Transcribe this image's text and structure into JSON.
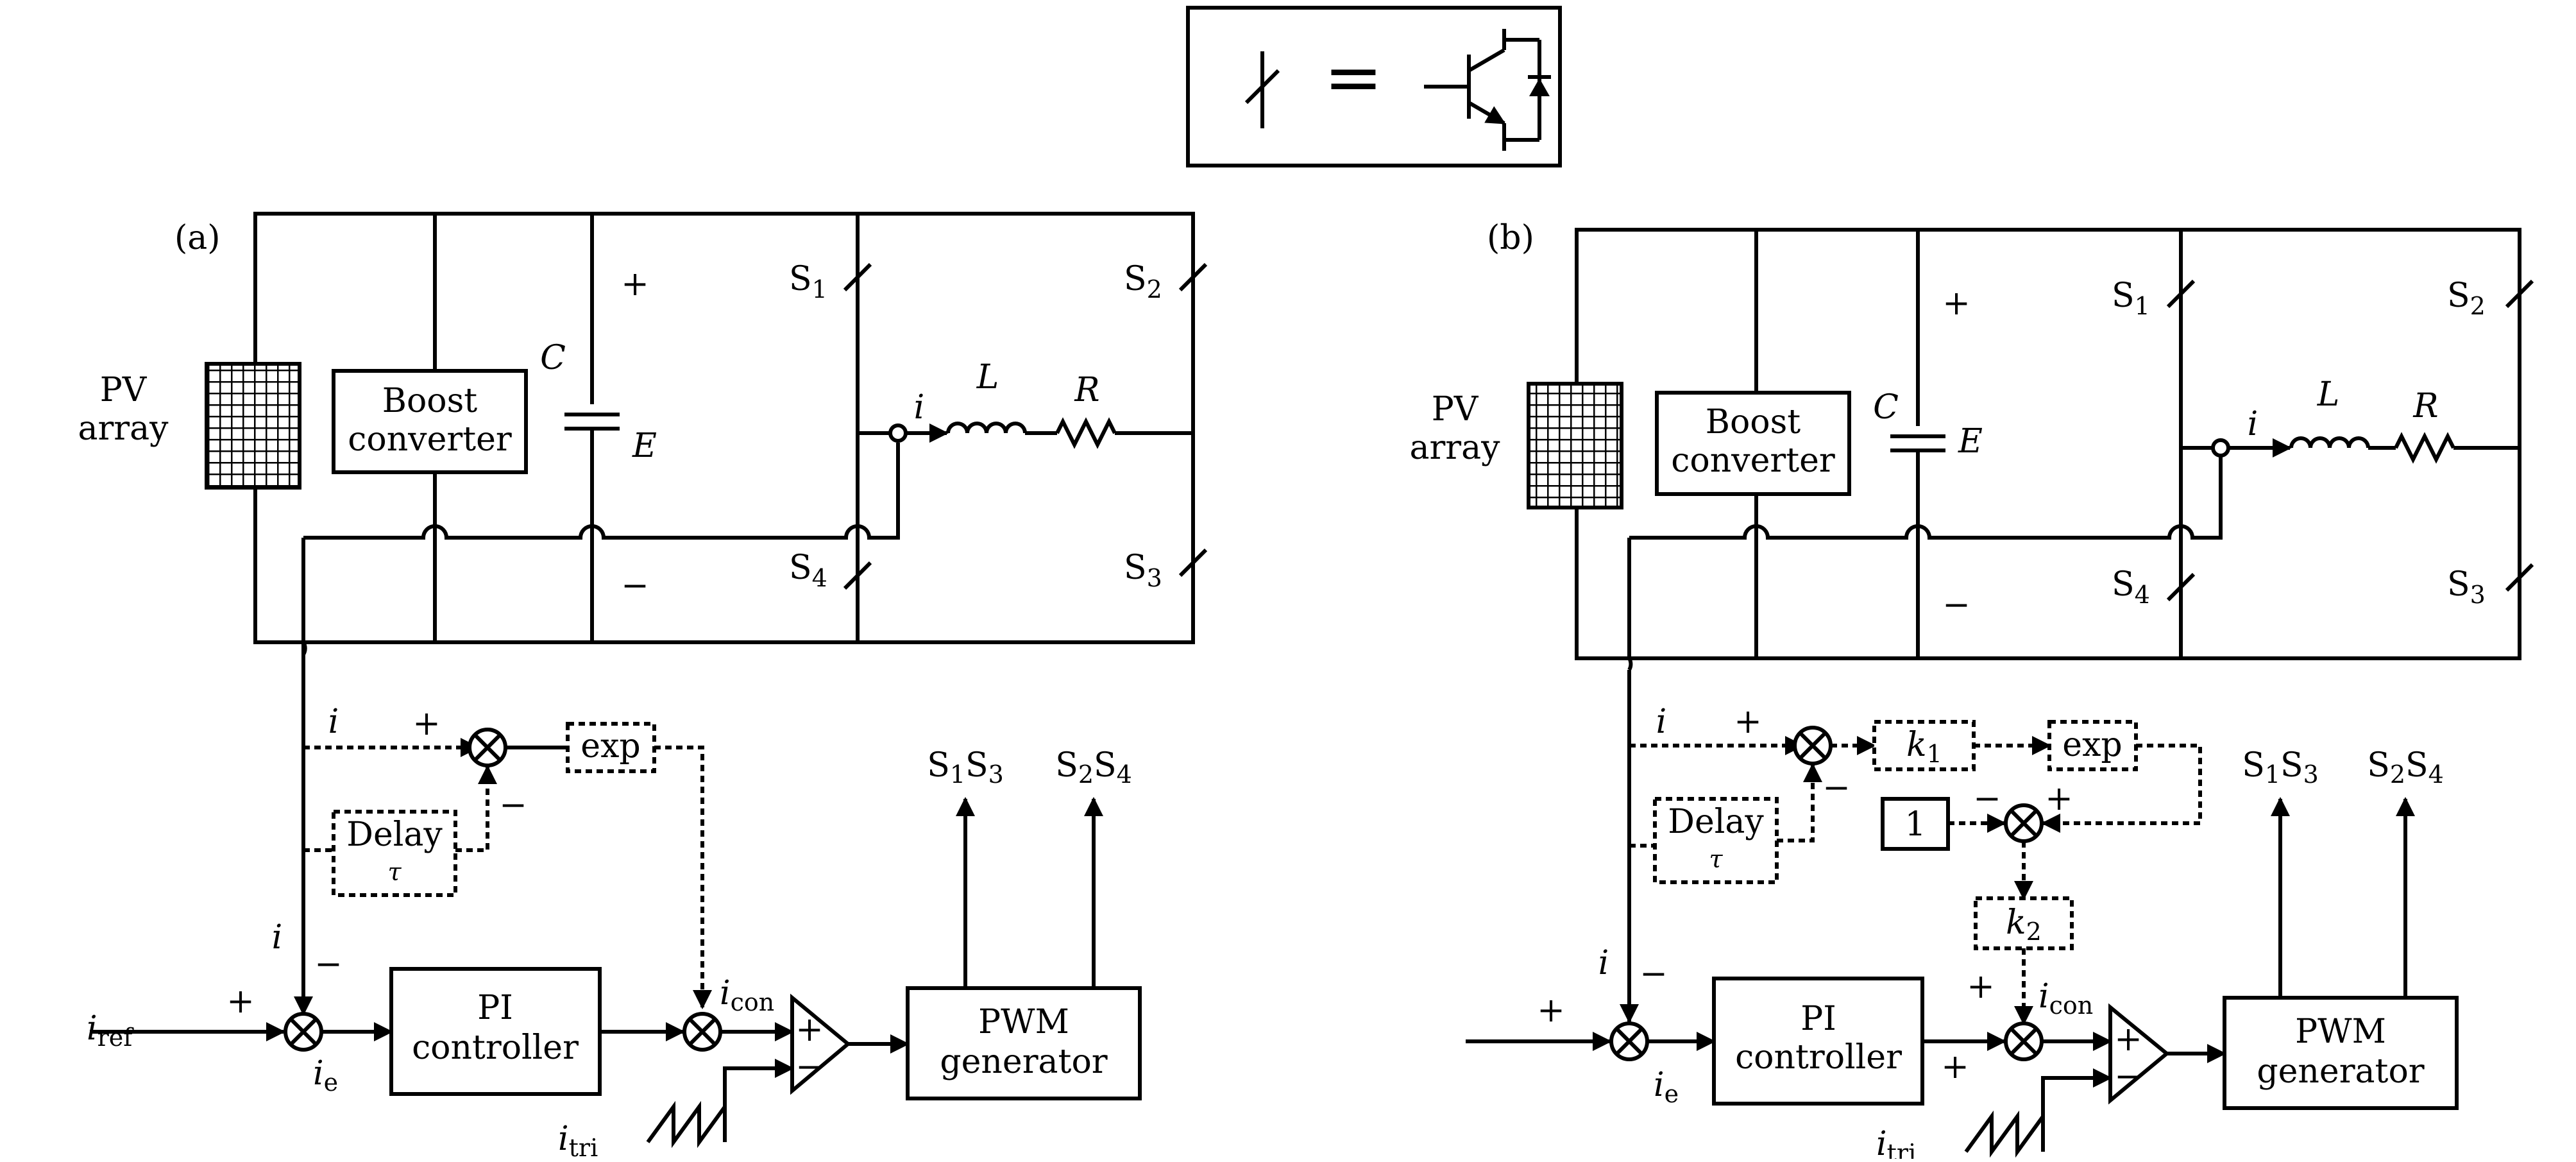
{
  "legend": {
    "equals": "="
  },
  "panels": [
    {
      "id": "a",
      "tag": "(a)",
      "pv_line1": "PV",
      "pv_line2": "array",
      "boost_line1": "Boost",
      "boost_line2": "converter",
      "cap": "C",
      "volt": "E",
      "plus": "+",
      "minus": "−",
      "s": "S",
      "sw1": "1",
      "sw2": "2",
      "sw3": "3",
      "sw4": "4",
      "ind": "L",
      "res": "R",
      "cur": "i",
      "fb_i": "i",
      "fb_plus": "+",
      "fb_minus": "−",
      "delay": "Delay",
      "tau": "τ",
      "exp": "exp",
      "i_down": "i",
      "sum_minus": "−",
      "sum_plus": "+",
      "iref_i": "i",
      "iref_sub": "ref",
      "ie_i": "i",
      "ie_sub": "e",
      "pi_line1": "PI",
      "pi_line2": "controller",
      "icon_i": "i",
      "icon_sub": "con",
      "comp_plus": "+",
      "comp_minus": "−",
      "pwm_line1": "PWM",
      "pwm_line2": "generator",
      "out_a": "1",
      "out_b": "3",
      "out_c": "2",
      "out_d": "4",
      "itri_i": "i",
      "itri_sub": "tri"
    },
    {
      "id": "b",
      "tag": "(b)",
      "pv_line1": "PV",
      "pv_line2": "array",
      "boost_line1": "Boost",
      "boost_line2": "converter",
      "cap": "C",
      "volt": "E",
      "plus": "+",
      "minus": "−",
      "s": "S",
      "sw1": "1",
      "sw2": "2",
      "sw3": "3",
      "sw4": "4",
      "ind": "L",
      "res": "R",
      "cur": "i",
      "fb_i": "i",
      "fb_plus": "+",
      "fb_minus": "−",
      "delay": "Delay",
      "tau": "τ",
      "exp": "exp",
      "k": "k",
      "k1": "1",
      "k2": "2",
      "one": "1",
      "m2_minus": "−",
      "m2_plus": "+",
      "i_down": "i",
      "sum_minus": "−",
      "sum_plus": "+",
      "ie_i": "i",
      "ie_sub": "e",
      "pi_line1": "PI",
      "pi_line2": "controller",
      "icon_i": "i",
      "icon_sub": "con",
      "pi_plus": "+",
      "k2_plus": "+",
      "comp_plus": "+",
      "comp_minus": "−",
      "pwm_line1": "PWM",
      "pwm_line2": "generator",
      "out_a": "1",
      "out_b": "3",
      "out_c": "2",
      "out_d": "4",
      "itri_i": "i",
      "itri_sub": "tri"
    }
  ]
}
